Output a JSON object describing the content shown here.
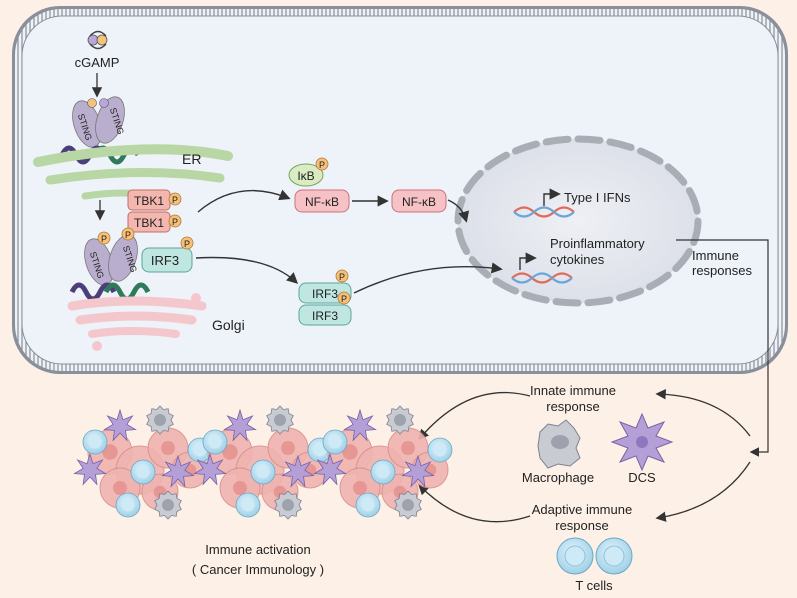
{
  "labels": {
    "cgamp": "cGAMP",
    "sting": "STING",
    "er": "ER",
    "golgi": "Golgi",
    "tbk1": "TBK1",
    "p": "P",
    "irf3": "IRF3",
    "ikb": "IκB",
    "nfkb": "NF-κB",
    "type1_ifns": "Type I IFNs",
    "proinflammatory_line1": "Proinflammatory",
    "proinflammatory_line2": "cytokines",
    "immune_responses_line1": "Immune",
    "immune_responses_line2": "responses",
    "innate_line1": "Innate immune",
    "innate_line2": "response",
    "macrophage": "Macrophage",
    "dcs": "DCS",
    "adaptive_line1": "Adaptive immune",
    "adaptive_line2": "response",
    "t_cells": "T cells",
    "immune_activation": "Immune activation",
    "cancer_immunology": "( Cancer Immunology )"
  },
  "colors": {
    "background": "#fdf1e7",
    "cytoplasm": "#eef2f9",
    "membrane": "#8a8f99",
    "nucleus": "#e2e5ec",
    "tbk1": "#f3b7b0",
    "phospho": "#f6c07a",
    "irf3": "#bfe6e0",
    "nfkb": "#f6c2c6",
    "ikb": "#d9ecc2",
    "sting": "#b9aecd",
    "er": "#b8d7a4",
    "golgi": "#f4c7cd",
    "t_cell": "#bfe1f1",
    "macrophage": "#c9cbd2",
    "dc": "#b49fd6",
    "tumor": "#efb3b0"
  }
}
